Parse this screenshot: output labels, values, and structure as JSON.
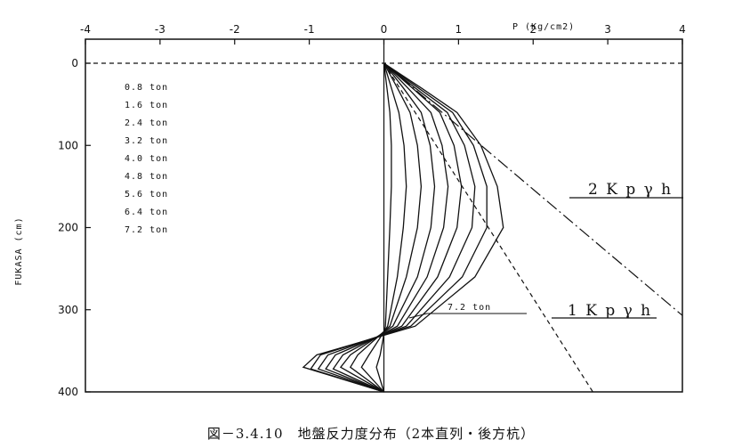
{
  "caption": "図－3.4.10　地盤反力度分布（2本直列・後方杭）",
  "chart_data": {
    "type": "line",
    "title": "",
    "xlabel": "P (Kg/cm2)",
    "ylabel": "FUKASA (cm)",
    "xlim": [
      -4,
      4
    ],
    "ylim": [
      400,
      0
    ],
    "x_ticks": [
      -4,
      -3,
      -2,
      -1,
      0,
      1,
      2,
      3,
      4
    ],
    "y_ticks": [
      0,
      100,
      200,
      300,
      400
    ],
    "x_axis_position": "top",
    "legend": {
      "placement": "top-left",
      "entries": [
        "0.8 ton",
        "1.6 ton",
        "2.4 ton",
        "3.2 ton",
        "4.0 ton",
        "4.8 ton",
        "5.6 ton",
        "6.4 ton",
        "7.2 ton"
      ]
    },
    "series": [
      {
        "name": "0.8 ton",
        "points": [
          [
            0,
            0
          ],
          [
            0.04,
            30
          ],
          [
            0.08,
            60
          ],
          [
            0.1,
            100
          ],
          [
            0.1,
            150
          ],
          [
            0.08,
            200
          ],
          [
            0.05,
            260
          ],
          [
            0.02,
            320
          ],
          [
            -0.05,
            355
          ],
          [
            -0.1,
            370
          ],
          [
            0,
            400
          ]
        ]
      },
      {
        "name": "1.6 ton",
        "points": [
          [
            0,
            0
          ],
          [
            0.1,
            30
          ],
          [
            0.2,
            60
          ],
          [
            0.27,
            100
          ],
          [
            0.3,
            150
          ],
          [
            0.26,
            200
          ],
          [
            0.18,
            260
          ],
          [
            0.05,
            320
          ],
          [
            -0.2,
            355
          ],
          [
            -0.3,
            370
          ],
          [
            0,
            400
          ]
        ]
      },
      {
        "name": "2.4 ton",
        "points": [
          [
            0,
            0
          ],
          [
            0.18,
            30
          ],
          [
            0.35,
            60
          ],
          [
            0.45,
            100
          ],
          [
            0.5,
            150
          ],
          [
            0.45,
            200
          ],
          [
            0.3,
            260
          ],
          [
            0.08,
            320
          ],
          [
            -0.35,
            355
          ],
          [
            -0.45,
            370
          ],
          [
            0,
            400
          ]
        ]
      },
      {
        "name": "3.2 ton",
        "points": [
          [
            0,
            0
          ],
          [
            0.26,
            30
          ],
          [
            0.5,
            60
          ],
          [
            0.62,
            100
          ],
          [
            0.68,
            150
          ],
          [
            0.63,
            200
          ],
          [
            0.45,
            260
          ],
          [
            0.12,
            320
          ],
          [
            -0.45,
            355
          ],
          [
            -0.58,
            370
          ],
          [
            0,
            400
          ]
        ]
      },
      {
        "name": "4.0 ton",
        "points": [
          [
            0,
            0
          ],
          [
            0.32,
            30
          ],
          [
            0.63,
            60
          ],
          [
            0.78,
            100
          ],
          [
            0.86,
            150
          ],
          [
            0.8,
            200
          ],
          [
            0.58,
            260
          ],
          [
            0.18,
            320
          ],
          [
            -0.55,
            355
          ],
          [
            -0.68,
            372
          ],
          [
            0,
            400
          ]
        ]
      },
      {
        "name": "4.8 ton",
        "points": [
          [
            0,
            0
          ],
          [
            0.38,
            30
          ],
          [
            0.75,
            60
          ],
          [
            0.94,
            100
          ],
          [
            1.04,
            150
          ],
          [
            0.98,
            200
          ],
          [
            0.72,
            260
          ],
          [
            0.24,
            320
          ],
          [
            -0.65,
            355
          ],
          [
            -0.78,
            372
          ],
          [
            0,
            400
          ]
        ]
      },
      {
        "name": "5.6 ton",
        "points": [
          [
            0,
            0
          ],
          [
            0.42,
            30
          ],
          [
            0.85,
            60
          ],
          [
            1.08,
            100
          ],
          [
            1.22,
            150
          ],
          [
            1.18,
            200
          ],
          [
            0.88,
            260
          ],
          [
            0.3,
            320
          ],
          [
            -0.75,
            355
          ],
          [
            -0.88,
            372
          ],
          [
            0,
            400
          ]
        ]
      },
      {
        "name": "6.4 ton",
        "points": [
          [
            0,
            0
          ],
          [
            0.46,
            30
          ],
          [
            0.92,
            60
          ],
          [
            1.2,
            100
          ],
          [
            1.38,
            150
          ],
          [
            1.38,
            200
          ],
          [
            1.05,
            260
          ],
          [
            0.36,
            320
          ],
          [
            -0.85,
            355
          ],
          [
            -0.98,
            372
          ],
          [
            0,
            400
          ]
        ]
      },
      {
        "name": "7.2 ton",
        "points": [
          [
            0,
            0
          ],
          [
            0.5,
            30
          ],
          [
            0.98,
            60
          ],
          [
            1.3,
            100
          ],
          [
            1.52,
            150
          ],
          [
            1.6,
            200
          ],
          [
            1.22,
            260
          ],
          [
            0.42,
            320
          ],
          [
            -0.9,
            355
          ],
          [
            -1.08,
            370
          ],
          [
            0,
            400
          ]
        ]
      }
    ],
    "reference_lines": [
      {
        "name": "2Kpγh",
        "label": "2 K p γ h",
        "points": [
          [
            0,
            0
          ],
          [
            4,
            307
          ]
        ],
        "style": "dash-dot"
      },
      {
        "name": "1Kpγh",
        "label": "1 K p γ h",
        "points": [
          [
            0,
            0
          ],
          [
            2.8,
            400
          ]
        ],
        "style": "dashed"
      },
      {
        "name": "ground-surface",
        "points": [
          [
            -4,
            0
          ],
          [
            4,
            0
          ]
        ],
        "style": "dashed"
      }
    ],
    "annotations": [
      {
        "text": "7.2 ton",
        "target": "7.2 ton"
      }
    ]
  }
}
